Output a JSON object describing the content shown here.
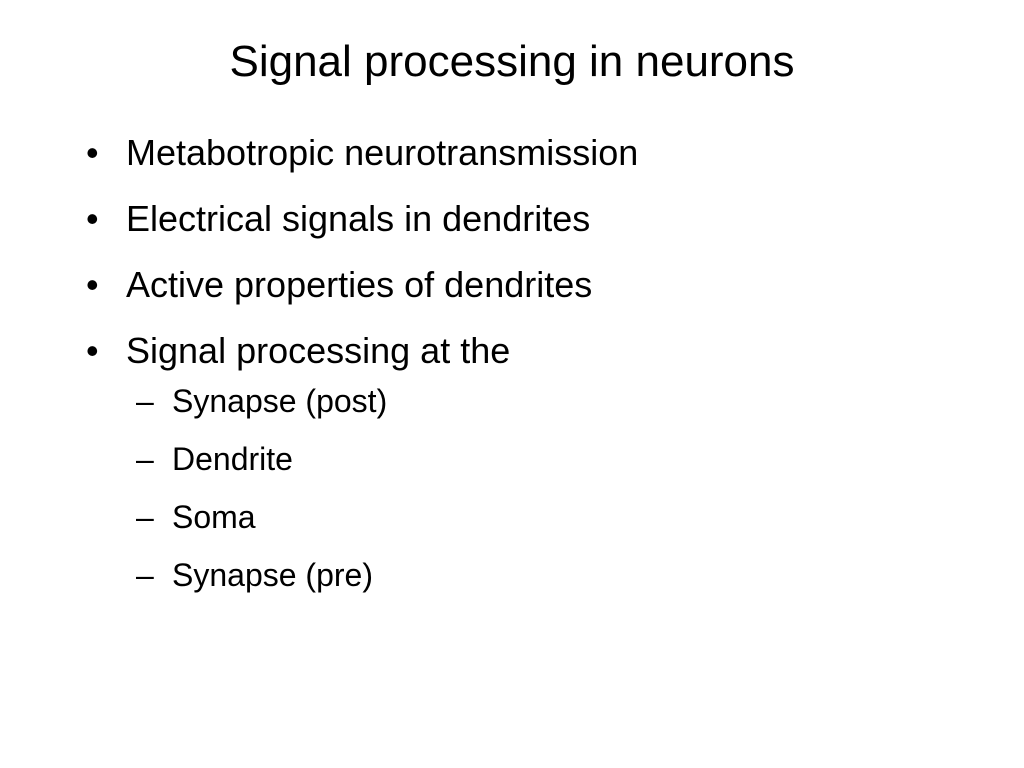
{
  "slide": {
    "title": "Signal processing in neurons",
    "bullets": [
      {
        "marker": "•",
        "text": "Metabotropic neurotransmission"
      },
      {
        "marker": "•",
        "text": "Electrical signals in dendrites"
      },
      {
        "marker": "•",
        "text": "Active properties of dendrites"
      },
      {
        "marker": "•",
        "text": "Signal processing at the"
      }
    ],
    "sub_bullets": [
      {
        "marker": "–",
        "text": "Synapse (post)"
      },
      {
        "marker": "–",
        "text": "Dendrite"
      },
      {
        "marker": "–",
        "text": "Soma"
      },
      {
        "marker": "–",
        "text": "Synapse (pre)"
      }
    ]
  }
}
